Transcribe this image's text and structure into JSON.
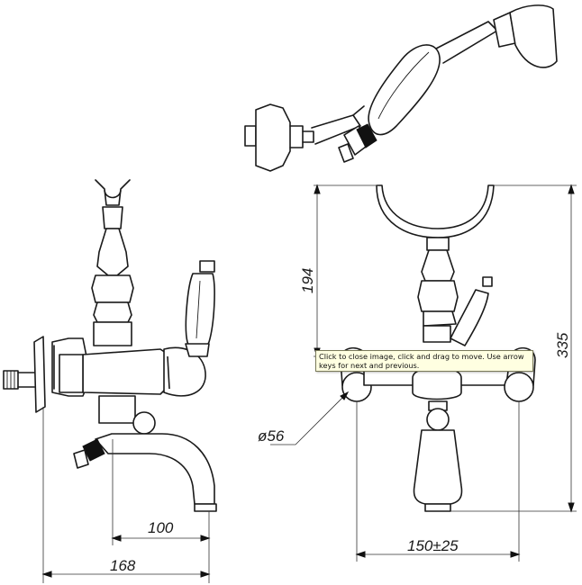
{
  "dimensions": {
    "d100": "100",
    "d168": "168",
    "d150": "150±25",
    "d194": "194",
    "d335": "335",
    "d56": "ø56"
  },
  "tooltip": {
    "text": "Click to close image, click and drag to move. Use arrow keys for next and previous."
  }
}
